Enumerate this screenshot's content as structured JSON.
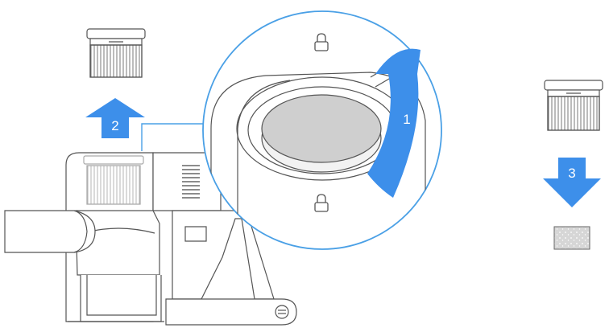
{
  "steps": [
    {
      "number": "1",
      "action": "rotate"
    },
    {
      "number": "2",
      "action": "lift"
    },
    {
      "number": "3",
      "action": "lower"
    }
  ],
  "colors": {
    "arrow": "#3d8fea",
    "callout_circle": "#4aa0e6",
    "line_art": "#555555",
    "filter_disc": "#cfcfcf",
    "sponge": "#d8d8d8"
  },
  "icons": [
    "lock-icon",
    "lock-icon"
  ]
}
